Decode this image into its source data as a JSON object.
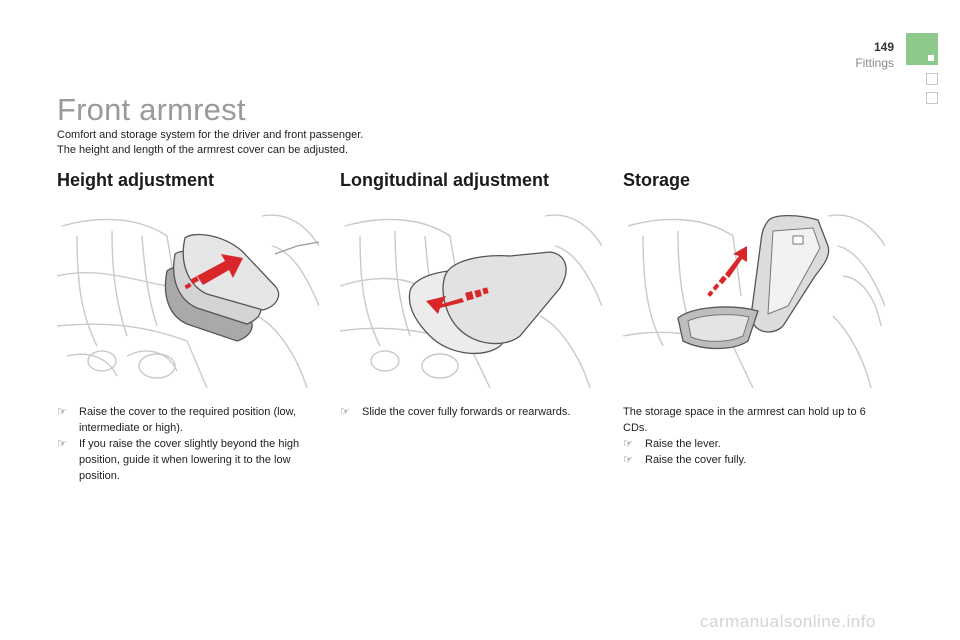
{
  "header": {
    "page_number": "149",
    "section": "Fittings"
  },
  "title": "Front armrest",
  "intro": [
    "Comfort and storage system for the driver and front passenger.",
    "The height and length of the armrest cover can be adjusted."
  ],
  "bullet_icon": "pointing-finger-icon",
  "columns": [
    {
      "heading": "Height adjustment",
      "items": [
        "Raise the cover to the required position (low, intermediate or high).",
        "If you raise the cover slightly beyond the high position, guide it when lowering it to the low position."
      ]
    },
    {
      "heading": "Longitudinal adjustment",
      "items": [
        "Slide the cover fully forwards or rearwards."
      ]
    },
    {
      "heading": "Storage",
      "text": "The storage space in the armrest can hold up to 6 CDs.",
      "items": [
        "Raise the lever.",
        "Raise the cover fully."
      ]
    }
  ],
  "watermark": "carmanualsonline.info",
  "colors": {
    "tab_green": "#8ec98c",
    "arrow_red": "#d9262b",
    "title_grey": "#9a9a9a"
  }
}
